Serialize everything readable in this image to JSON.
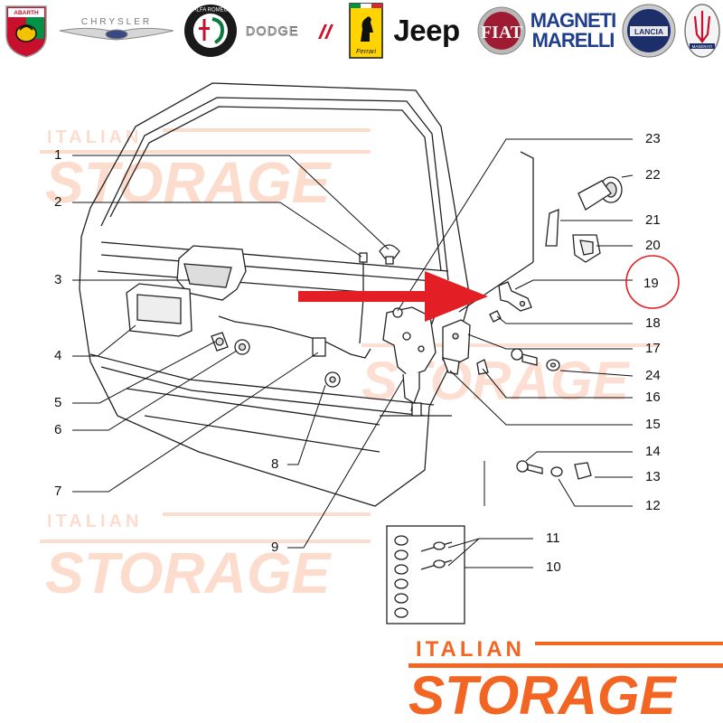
{
  "brands": {
    "abarth": "ABARTH",
    "chrysler": "CHRYSLER",
    "alfa_romeo": "ALFA ROMEO",
    "dodge": "DODGE",
    "ferrari": "Ferrari",
    "jeep": "Jeep",
    "fiat": "FIAT",
    "magneti_marelli_line1": "MAGNETI",
    "magneti_marelli_line2": "MARELLI",
    "lancia": "LANCIA",
    "maserati": "MASERATI"
  },
  "watermark": {
    "small": "ITALIAN",
    "big": "STORAGE",
    "color": "#f26522"
  },
  "callouts": {
    "c1": "1",
    "c2": "2",
    "c3": "3",
    "c4": "4",
    "c5": "5",
    "c6": "6",
    "c7": "7",
    "c8": "8",
    "c9": "9",
    "c10": "10",
    "c11": "11",
    "c12": "12",
    "c13": "13",
    "c14": "14",
    "c15": "15",
    "c16": "16",
    "c17": "17",
    "c18": "18",
    "c19": "19",
    "c20": "20",
    "c21": "21",
    "c22": "22",
    "c23": "23",
    "c24": "24"
  },
  "highlight": {
    "part": "19",
    "color": "#e31e24"
  }
}
